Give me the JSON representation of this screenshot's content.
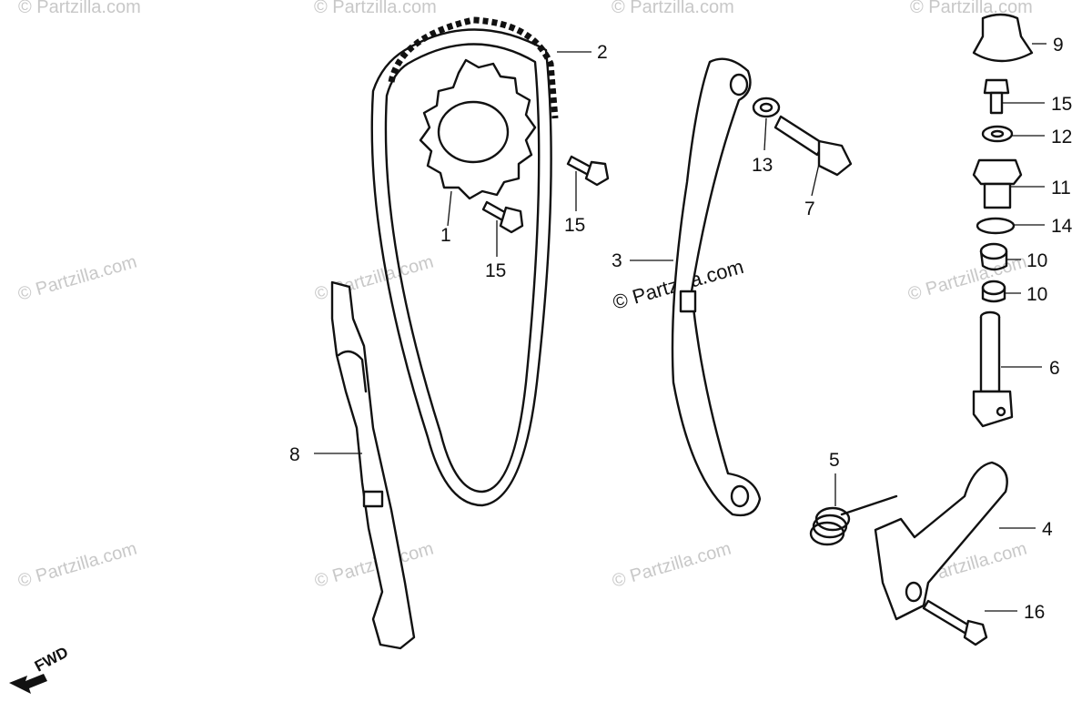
{
  "watermark": "© Partzilla.com",
  "fwd_label": "FWD",
  "callouts": [
    {
      "id": "1",
      "label": "1"
    },
    {
      "id": "2",
      "label": "2"
    },
    {
      "id": "3",
      "label": "3"
    },
    {
      "id": "4",
      "label": "4"
    },
    {
      "id": "5",
      "label": "5"
    },
    {
      "id": "6",
      "label": "6"
    },
    {
      "id": "7",
      "label": "7"
    },
    {
      "id": "8",
      "label": "8"
    },
    {
      "id": "9",
      "label": "9"
    },
    {
      "id": "10a",
      "label": "10"
    },
    {
      "id": "10b",
      "label": "10"
    },
    {
      "id": "11",
      "label": "11"
    },
    {
      "id": "12",
      "label": "12"
    },
    {
      "id": "13",
      "label": "13"
    },
    {
      "id": "14",
      "label": "14"
    },
    {
      "id": "15a",
      "label": "15"
    },
    {
      "id": "15b",
      "label": "15"
    },
    {
      "id": "15c",
      "label": "15"
    },
    {
      "id": "16",
      "label": "16"
    }
  ]
}
